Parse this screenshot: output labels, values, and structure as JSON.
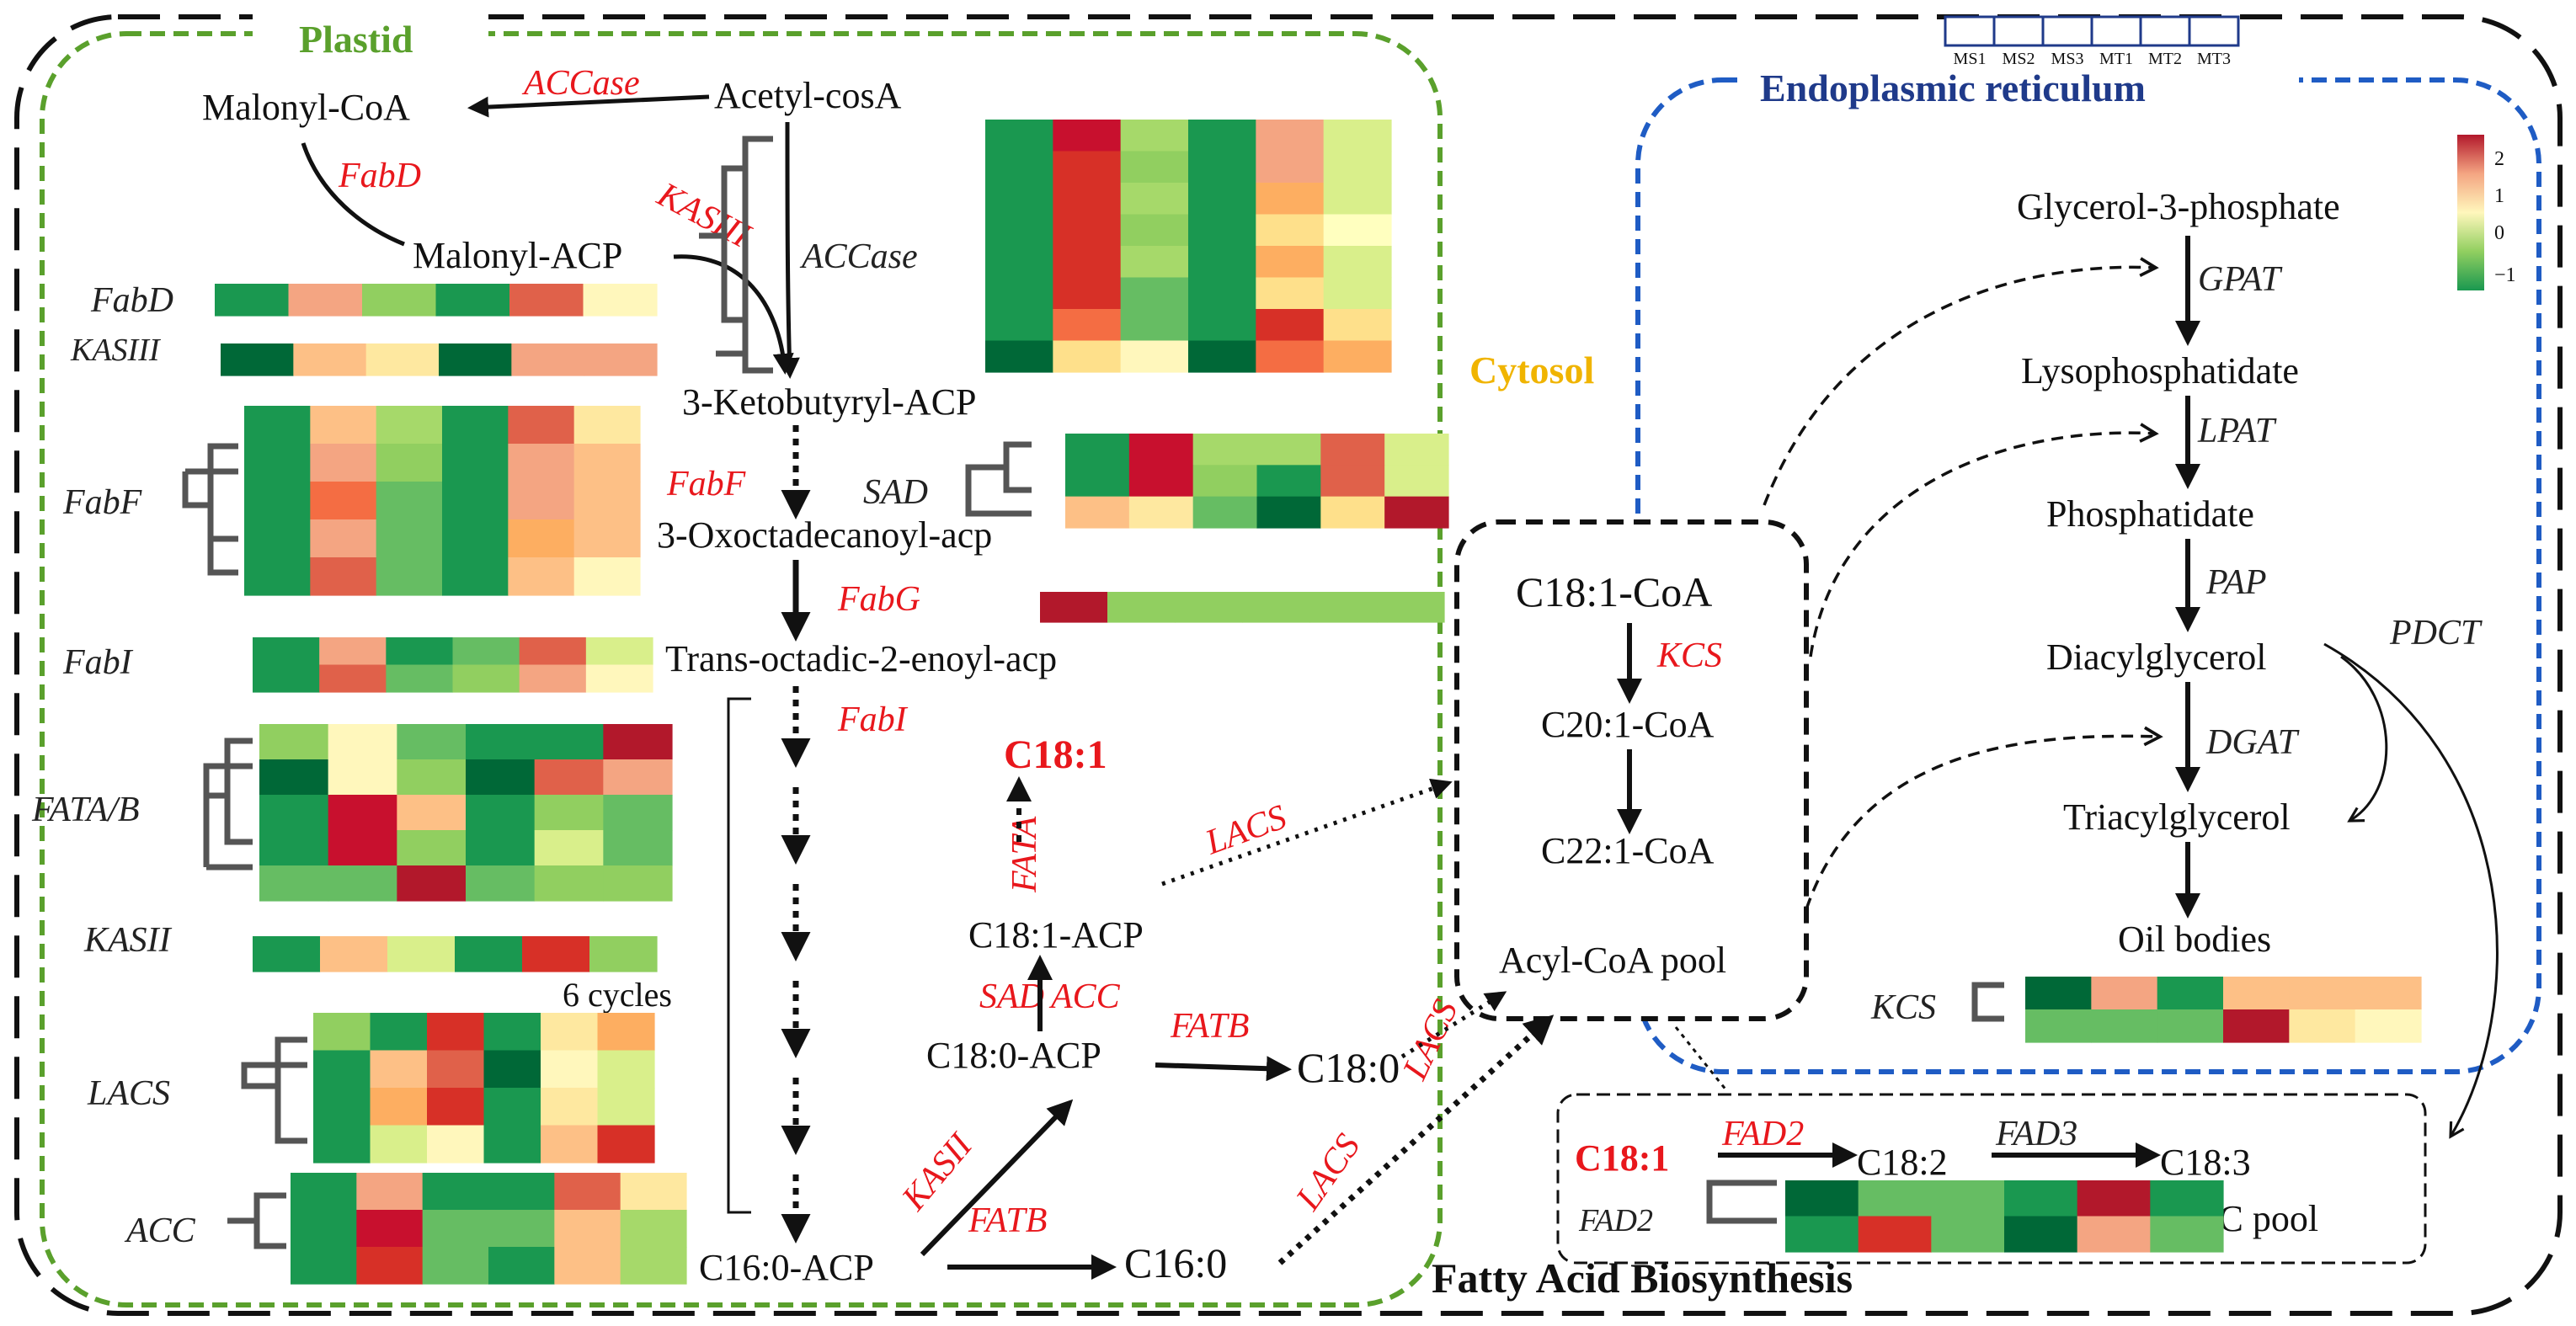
{
  "compartments": {
    "plastid": "Plastid",
    "er": "Endoplasmic reticulum",
    "cytosol": "Cytosol"
  },
  "footer_title": "Fatty Acid Biosynthesis",
  "sample_header": [
    "MS1",
    "MS2",
    "MS3",
    "MT1",
    "MT2",
    "MT3"
  ],
  "colorbar": {
    "ticks": [
      "2",
      "1",
      "0",
      "−1"
    ],
    "colors": [
      "#b2182b",
      "#f4a582",
      "#fff7bc",
      "#91cf60",
      "#1a9850"
    ]
  },
  "plastid_metabolites": {
    "malonyl_coa": "Malonyl-CoA",
    "acetyl": "Acetyl-cosA",
    "malonyl_acp": "Malonyl-ACP",
    "ketobutyryl": "3-Ketobutyryl-ACP",
    "oxoctadecanoyl": "3-Oxoctadecanoyl-acp",
    "trans_octadic": "Trans-octadic-2-enoyl-acp",
    "c181": "C18:1",
    "c181_acp": "C18:1-ACP",
    "c180_acp": "C18:0-ACP",
    "c180": "C18:0",
    "c160_acp": "C16:0-ACP",
    "c160": "C16:0",
    "six_cycles": "6 cycles"
  },
  "plastid_enzymes": {
    "accase": "ACCase",
    "fabd": "FabD",
    "kasiii": "KASIII",
    "fabf": "FabF",
    "fabg": "FabG",
    "fabi": "FabI",
    "fata": "FATA",
    "lacs": "LACS",
    "sad": "SAD",
    "acc": "ACC",
    "fatb": "FATB",
    "kasii": "KASII"
  },
  "cytosol_metabolites": {
    "c181_coa": "C18:1-CoA",
    "kcs": "KCS",
    "c201_coa": "C20:1-CoA",
    "c221_coa": "C22:1-CoA",
    "acyl_pool": "Acyl-CoA pool"
  },
  "er_metabolites": {
    "g3p": "Glycerol-3-phosphate",
    "gpat": "GPAT",
    "lyso": "Lysophosphatidate",
    "lpat": "LPAT",
    "phos": "Phosphatidate",
    "pap": "PAP",
    "dag": "Diacylglycerol",
    "pdct": "PDCT",
    "dgat": "DGAT",
    "tag": "Triacylglycerol",
    "oil": "Oil bodies"
  },
  "pc_pool": {
    "c181": "C18:1",
    "fad2": "FAD2",
    "c182": "C18:2",
    "fad3": "FAD3",
    "c183": "C18:3",
    "label": "PC pool"
  },
  "heatmaps": [
    {
      "gene": "ACCase",
      "rows": [
        [
          "#1a9850",
          "#c8102e",
          "#a6d96a",
          "#1a9850",
          "#f4a582",
          "#d9ef8b"
        ],
        [
          "#1a9850",
          "#d73027",
          "#91cf60",
          "#1a9850",
          "#f4a582",
          "#d9ef8b"
        ],
        [
          "#1a9850",
          "#d73027",
          "#a6d96a",
          "#1a9850",
          "#fdae61",
          "#d9ef8b"
        ],
        [
          "#1a9850",
          "#d73027",
          "#91cf60",
          "#1a9850",
          "#fee08b",
          "#ffffbf"
        ],
        [
          "#1a9850",
          "#d73027",
          "#a6d96a",
          "#1a9850",
          "#fdae61",
          "#d9ef8b"
        ],
        [
          "#1a9850",
          "#d73027",
          "#66bd63",
          "#1a9850",
          "#fee08b",
          "#d9ef8b"
        ],
        [
          "#1a9850",
          "#f46d43",
          "#66bd63",
          "#1a9850",
          "#d73027",
          "#fee08b"
        ],
        [
          "#006837",
          "#fee08b",
          "#fff7bc",
          "#006837",
          "#f46d43",
          "#fdae61"
        ]
      ]
    },
    {
      "gene": "FabD",
      "rows": [
        [
          "#1a9850",
          "#f4a582",
          "#91cf60",
          "#1a9850",
          "#e0614a",
          "#fff7bc"
        ]
      ]
    },
    {
      "gene": "KASIII",
      "rows": [
        [
          "#006837",
          "#fdc086",
          "#fee8a0",
          "#006837",
          "#f4a582",
          "#f4a582"
        ]
      ]
    },
    {
      "gene": "SAD",
      "rows": [
        [
          "#1a9850",
          "#c8102e",
          "#a6d96a",
          "#a6d96a",
          "#e0614a",
          "#d9ef8b"
        ],
        [
          "#1a9850",
          "#c8102e",
          "#91cf60",
          "#1a9850",
          "#e0614a",
          "#d9ef8b"
        ],
        [
          "#fdc086",
          "#fee8a0",
          "#66bd63",
          "#006837",
          "#fee08b",
          "#b2182b"
        ]
      ]
    },
    {
      "gene": "FabF",
      "rows": [
        [
          "#1a9850",
          "#fdc086",
          "#a6d96a",
          "#1a9850",
          "#e0614a",
          "#fee8a0"
        ],
        [
          "#1a9850",
          "#f4a582",
          "#91cf60",
          "#1a9850",
          "#f4a582",
          "#fdc086"
        ],
        [
          "#1a9850",
          "#f46d43",
          "#66bd63",
          "#1a9850",
          "#f4a582",
          "#fdc086"
        ],
        [
          "#1a9850",
          "#f4a582",
          "#66bd63",
          "#1a9850",
          "#fdae61",
          "#fdc086"
        ],
        [
          "#1a9850",
          "#e0614a",
          "#66bd63",
          "#1a9850",
          "#fdc086",
          "#fff7bc"
        ]
      ]
    },
    {
      "gene": "FabG",
      "rows": [
        [
          "#b2182b",
          "#91cf60",
          "#91cf60",
          "#91cf60",
          "#91cf60",
          "#91cf60"
        ]
      ]
    },
    {
      "gene": "FabI",
      "rows": [
        [
          "#1a9850",
          "#f4a582",
          "#1a9850",
          "#66bd63",
          "#e0614a",
          "#d9ef8b"
        ],
        [
          "#1a9850",
          "#e0614a",
          "#66bd63",
          "#91cf60",
          "#f4a582",
          "#fff7bc"
        ]
      ]
    },
    {
      "gene": "FATA/B",
      "rows": [
        [
          "#91cf60",
          "#fff7bc",
          "#66bd63",
          "#1a9850",
          "#1a9850",
          "#b2182b"
        ],
        [
          "#006837",
          "#fff7bc",
          "#91cf60",
          "#006837",
          "#e0614a",
          "#f4a582"
        ],
        [
          "#1a9850",
          "#c8102e",
          "#fdc086",
          "#1a9850",
          "#91cf60",
          "#66bd63"
        ],
        [
          "#1a9850",
          "#c8102e",
          "#91cf60",
          "#1a9850",
          "#d9ef8b",
          "#66bd63"
        ],
        [
          "#66bd63",
          "#66bd63",
          "#b2182b",
          "#66bd63",
          "#91cf60",
          "#91cf60"
        ]
      ]
    },
    {
      "gene": "KASII",
      "rows": [
        [
          "#1a9850",
          "#fdc086",
          "#d9ef8b",
          "#1a9850",
          "#d73027",
          "#91cf60"
        ]
      ]
    },
    {
      "gene": "LACS",
      "rows": [
        [
          "#91cf60",
          "#1a9850",
          "#d73027",
          "#1a9850",
          "#fee8a0",
          "#fdae61"
        ],
        [
          "#1a9850",
          "#fdc086",
          "#e0614a",
          "#006837",
          "#fff7bc",
          "#d9ef8b"
        ],
        [
          "#1a9850",
          "#fdae61",
          "#d73027",
          "#1a9850",
          "#fee8a0",
          "#d9ef8b"
        ],
        [
          "#1a9850",
          "#d9ef8b",
          "#fff7bc",
          "#1a9850",
          "#fdc086",
          "#d73027"
        ]
      ]
    },
    {
      "gene": "ACC",
      "rows": [
        [
          "#1a9850",
          "#f4a582",
          "#1a9850",
          "#1a9850",
          "#e0614a",
          "#fee8a0"
        ],
        [
          "#1a9850",
          "#c8102e",
          "#66bd63",
          "#66bd63",
          "#fdc086",
          "#a6d96a"
        ],
        [
          "#1a9850",
          "#d73027",
          "#66bd63",
          "#1a9850",
          "#fdc086",
          "#a6d96a"
        ]
      ]
    },
    {
      "gene": "KCS",
      "rows": [
        [
          "#006837",
          "#f4a582",
          "#1a9850",
          "#fdc086",
          "#fdc086",
          "#fdc086"
        ],
        [
          "#66bd63",
          "#66bd63",
          "#66bd63",
          "#b2182b",
          "#fee8a0",
          "#fff7bc"
        ]
      ]
    },
    {
      "gene": "FAD2",
      "rows": [
        [
          "#006837",
          "#66bd63",
          "#66bd63",
          "#1a9850",
          "#b2182b",
          "#1a9850"
        ],
        [
          "#1a9850",
          "#d73027",
          "#66bd63",
          "#006837",
          "#f4a582",
          "#66bd63"
        ]
      ]
    }
  ]
}
